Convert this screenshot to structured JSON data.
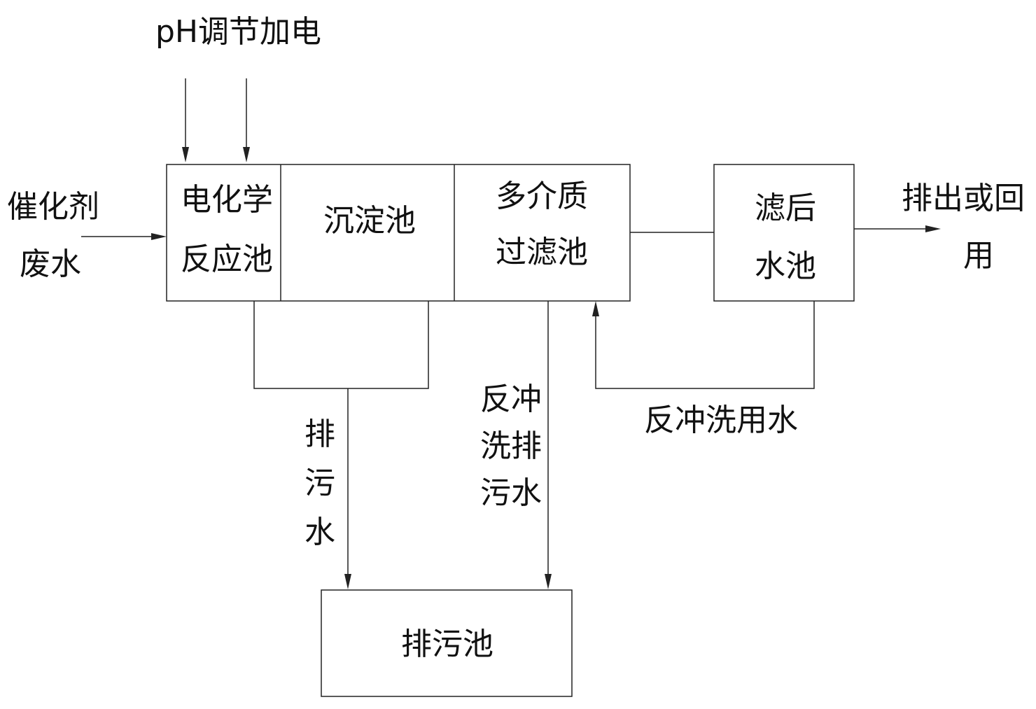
{
  "inputs": {
    "ph_power": "pH调节加电",
    "wastewater": [
      "催化剂",
      "废水"
    ]
  },
  "units": {
    "electrochem": [
      "电化学",
      "反应池"
    ],
    "settling": "沉淀池",
    "multimedia_filter": [
      "多介质",
      "过滤池"
    ],
    "filtered_water": [
      "滤后",
      "水池"
    ],
    "sludge_tank": "排污池"
  },
  "outputs": {
    "discharge": [
      "排出或回",
      "用"
    ]
  },
  "flows": {
    "sludge_water": [
      "排",
      "污",
      "水"
    ],
    "backwash_discharge": [
      "反冲",
      "洗排",
      "污水"
    ],
    "backwash_water": "反冲洗用水"
  }
}
